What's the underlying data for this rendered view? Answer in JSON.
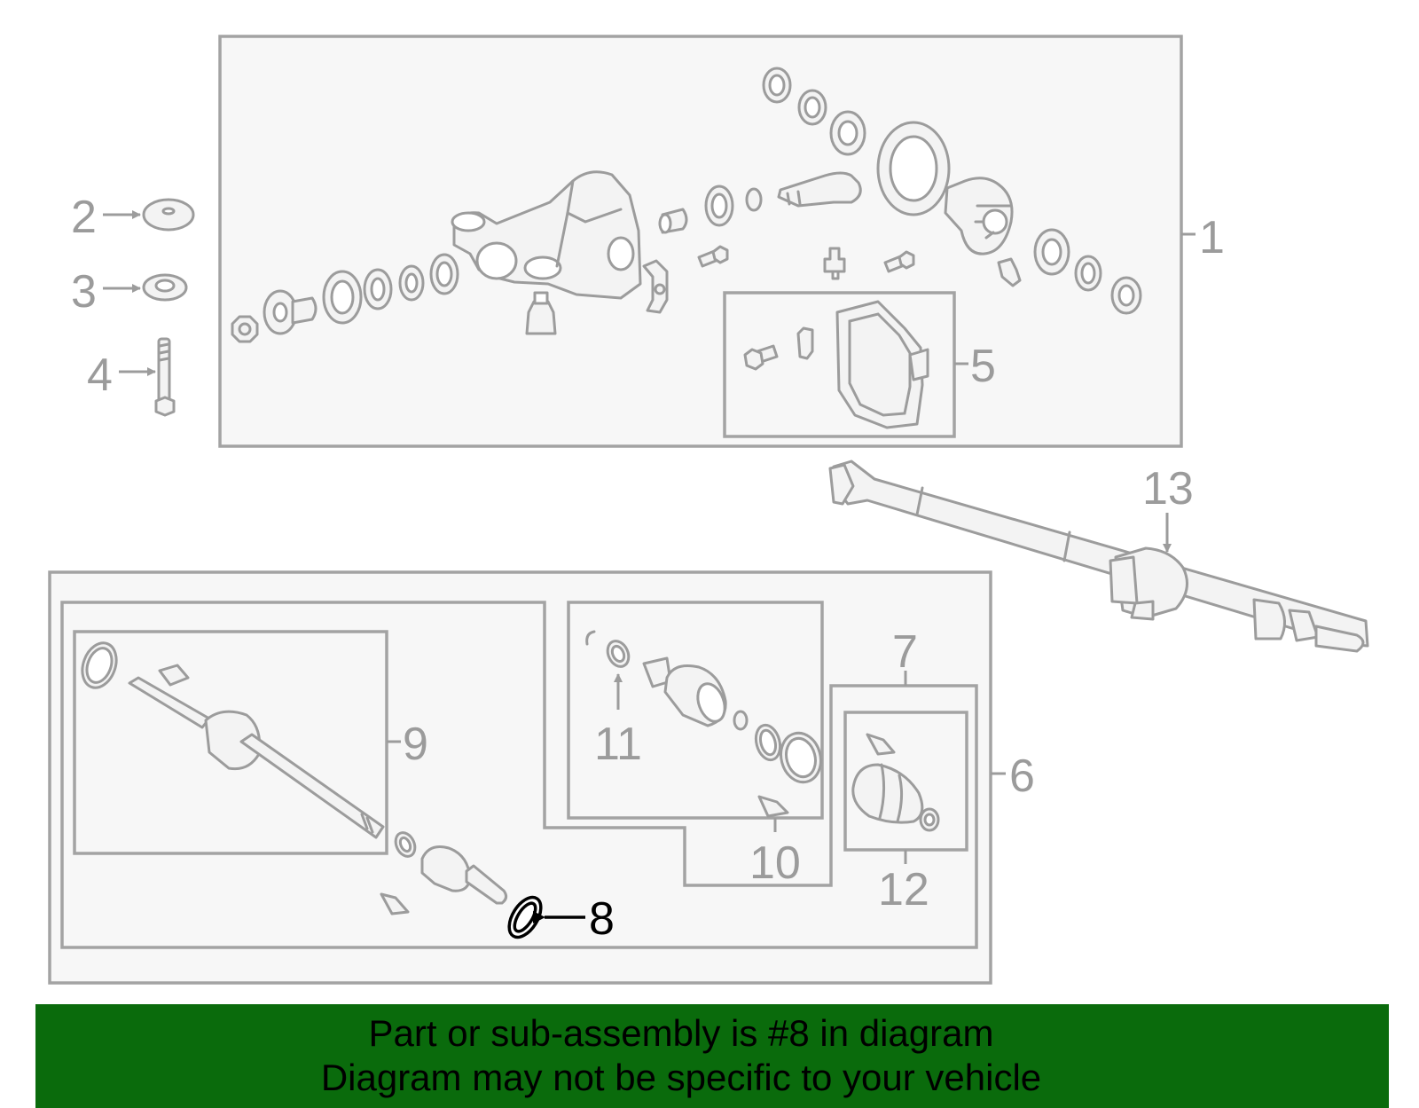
{
  "labels": {
    "n1": "1",
    "n2": "2",
    "n3": "3",
    "n4": "4",
    "n5": "5",
    "n6": "6",
    "n7": "7",
    "n8": "8",
    "n9": "9",
    "n10": "10",
    "n11": "11",
    "n12": "12",
    "n13": "13"
  },
  "selected_part": "8",
  "banner": {
    "line1": "Part or sub-assembly is #8 in diagram",
    "line2": "Diagram may not be specific to your vehicle"
  },
  "colors": {
    "banner_bg": "#0a6b0c",
    "line_art": "#9c9c9c",
    "highlight": "#000000"
  }
}
